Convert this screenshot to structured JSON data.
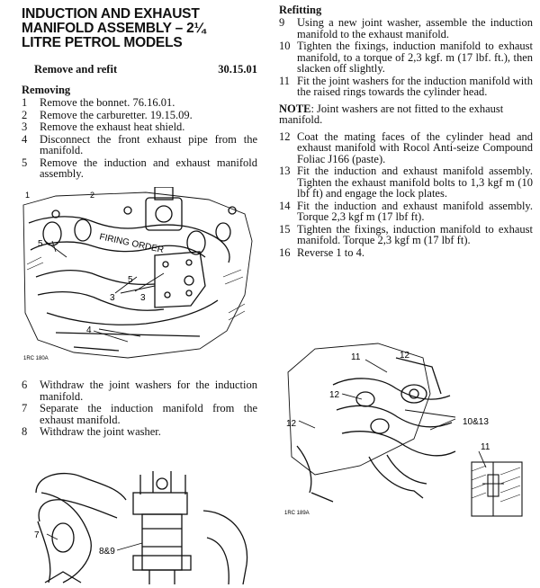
{
  "title": {
    "line1": "INDUCTION AND EXHAUST",
    "line2": "MANIFOLD ASSEMBLY – 2¼",
    "line3": "LITRE PETROL MODELS"
  },
  "operation": {
    "label": "Remove and refit",
    "code": "30.15.01"
  },
  "removing": {
    "heading": "Removing",
    "steps": [
      {
        "num": "1",
        "text": "Remove the bonnet. 76.16.01."
      },
      {
        "num": "2",
        "text": "Remove the carburetter. 19.15.09."
      },
      {
        "num": "3",
        "text": "Remove the exhaust heat shield."
      },
      {
        "num": "4",
        "text": "Disconnect the front exhaust pipe from the manifold."
      },
      {
        "num": "5",
        "text": "Remove the induction and exhaust manifold assembly."
      }
    ]
  },
  "removing_cont": {
    "steps": [
      {
        "num": "6",
        "text": "Withdraw the joint washers for the induction manifold."
      },
      {
        "num": "7",
        "text": "Separate the induction manifold from the exhaust manifold."
      },
      {
        "num": "8",
        "text": "Withdraw the joint washer."
      }
    ]
  },
  "refitting": {
    "heading": "Refitting",
    "steps": [
      {
        "num": "9",
        "text": "Using a new joint washer, assemble the induction manifold to the exhaust manifold."
      },
      {
        "num": "10",
        "text": "Tighten the fixings, induction manifold to exhaust manifold, to a torque of 2,3 kgf. m (17 lbf. ft.), then slacken off slightly."
      },
      {
        "num": "11",
        "text": "Fit the joint washers for the induction manifold with the raised rings towards the cylinder head."
      }
    ],
    "note_label": "NOTE",
    "note_text": ": Joint washers are not fitted to the exhaust manifold.",
    "steps2": [
      {
        "num": "12",
        "text": "Coat the mating faces of the cylinder head and exhaust manifold with Rocol Anti-seize Compound Foliac J166 (paste)."
      },
      {
        "num": "13",
        "text": "Fit the induction and exhaust manifold assembly. Tighten the exhaust manifold bolts to 1,3 kgf m (10 lbf ft) and engage the lock plates."
      },
      {
        "num": "14",
        "text": "Fit the induction and exhaust manifold assembly. Torque 2,3 kgf m (17 lbf ft)."
      },
      {
        "num": "15",
        "text": "Tighten the fixings, induction manifold to exhaust manifold. Torque 2,3 kgf m (17 lbf ft)."
      },
      {
        "num": "16",
        "text": "Reverse 1 to 4."
      }
    ]
  },
  "figures": {
    "fig1": {
      "code": "1RC 180A",
      "firing": "FIRING ORDER",
      "c1": "1",
      "c2": "2",
      "c3": "3",
      "c4": "4",
      "c5a": "5",
      "c5b": "5",
      "c3b": "3"
    },
    "fig2": {
      "code": "1RC 189A",
      "c11a": "11",
      "c12a": "12",
      "c12b": "12",
      "c12c": "12",
      "c1013": "10&13",
      "c11b": "11"
    },
    "fig3": {
      "c7": "7",
      "c869": "8&9"
    }
  }
}
